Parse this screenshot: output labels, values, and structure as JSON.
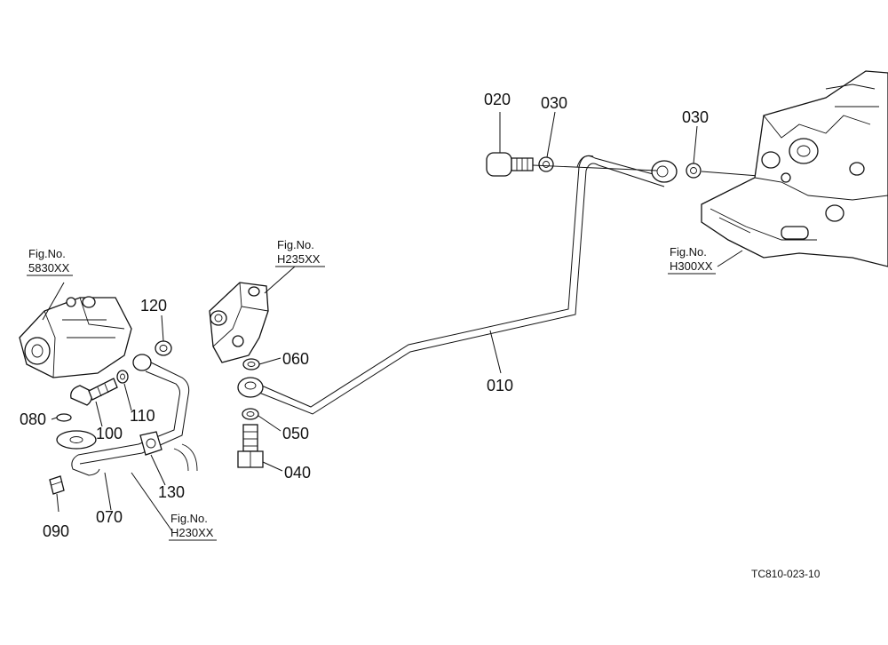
{
  "diagram": {
    "parts": {
      "p010": "010",
      "p020": "020",
      "p030a": "030",
      "p030b": "030",
      "p040": "040",
      "p050": "050",
      "p060": "060",
      "p070": "070",
      "p080": "080",
      "p090": "090",
      "p100": "100",
      "p110": "110",
      "p120": "120",
      "p130": "130"
    },
    "figures": {
      "f5830": {
        "title": "Fig.No.",
        "number": "5830XX"
      },
      "f235": {
        "title": "Fig.No.",
        "number": "H235XX"
      },
      "f300": {
        "title": "Fig.No.",
        "number": "H300XX"
      },
      "f230": {
        "title": "Fig.No.",
        "number": "H230XX"
      }
    },
    "drawing_code": "TC810-023-10"
  }
}
